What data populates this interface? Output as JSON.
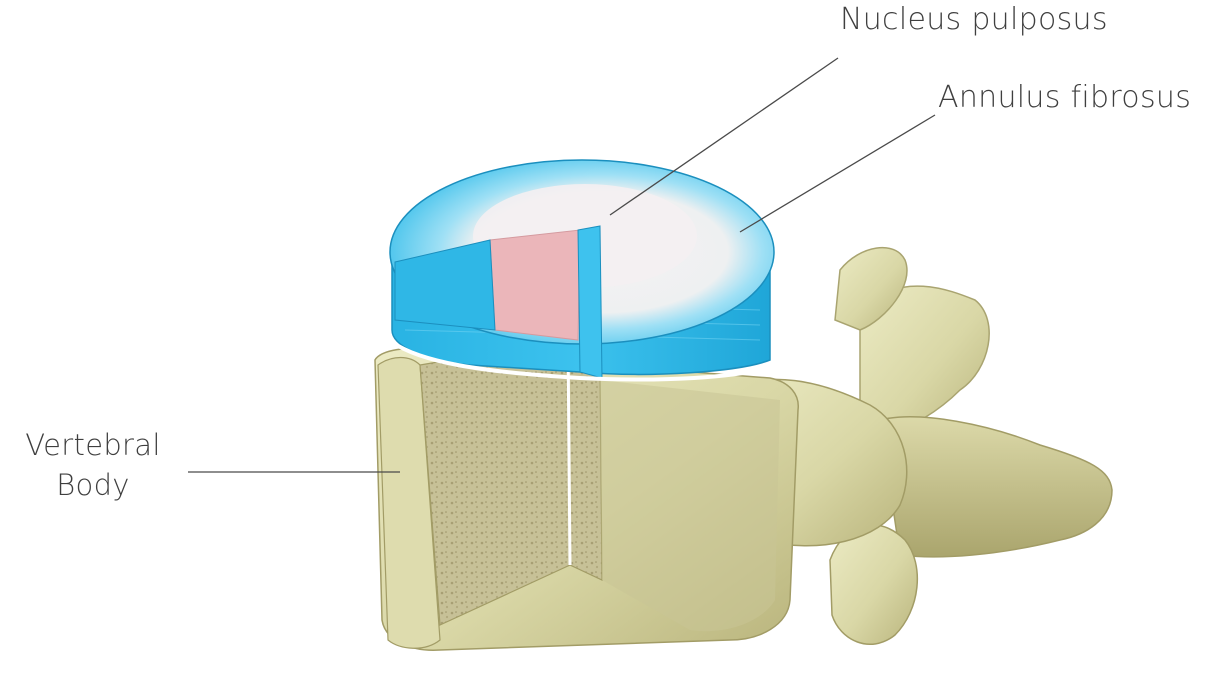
{
  "labels": {
    "nucleus_pulposus": "Nucleus pulposus",
    "annulus_fibrosus": "Annulus fibrosus",
    "vertebral_body_line1": "Vertebral",
    "vertebral_body_line2": "Body"
  },
  "colors": {
    "annulus": "#2db8e6",
    "annulus_light": "#7fd6f2",
    "nucleus": "#f3eef0",
    "nucleus_cut": "#e8b0b4",
    "bone": "#d9d9a8",
    "bone_shadow": "#b7b47a",
    "bone_cut": "#c9c39a",
    "leader_line": "#4a4a4a"
  }
}
